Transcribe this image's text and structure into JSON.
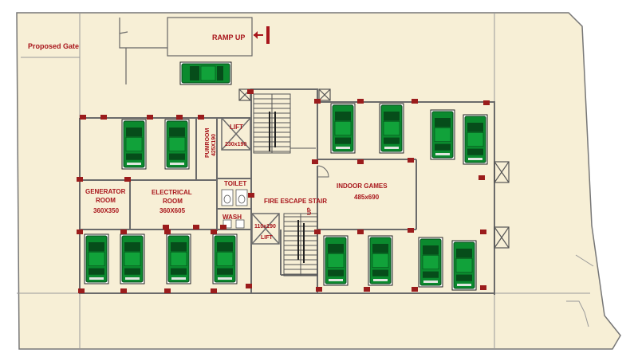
{
  "labels": {
    "proposed_gate": "Proposed Gate",
    "ramp_up": "RAMP UP",
    "lift_top": "LIFT",
    "lift_top_dim": "230x190",
    "pumproom": "PUMROOM",
    "pumproom_dim": "425X190",
    "toilet": "TOILET",
    "wash": "WASH",
    "fire_escape_stair": "FIRE ESCAPE STAIR",
    "up": "UP",
    "lift_bottom_dim": "110x190",
    "lift_bottom": "LIFT",
    "generator_room_line1": "GENERATOR",
    "generator_room_line2": "ROOM",
    "generator_room_dim": "360X350",
    "electrical_room_line1": "ELECTRICAL",
    "electrical_room_line2": "ROOM",
    "electrical_room_dim": "360X605",
    "indoor_games": "INDOOR GAMES",
    "indoor_games_dim": "485x690"
  },
  "colors": {
    "floor": "#f7efd6",
    "wall": "#6b6b6b",
    "label": "#a8151b",
    "car_body": "#0b8a2e",
    "car_dark": "#064d1a",
    "column": "#9b1c1c"
  },
  "icons": {
    "car": "car-icon",
    "stair": "staircase-icon",
    "column": "column-icon"
  }
}
